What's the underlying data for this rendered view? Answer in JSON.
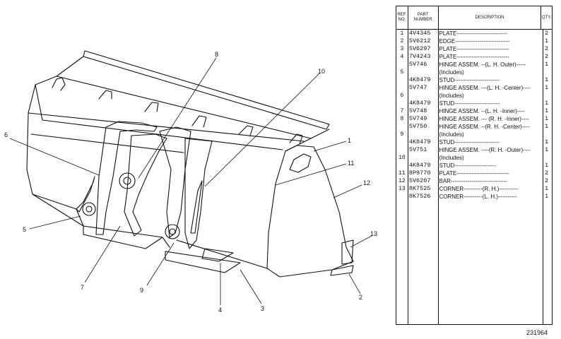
{
  "table": {
    "headers": {
      "ref": "REF. NO.",
      "part": "PART NUMBER",
      "desc": "DESCRIPTION",
      "qty": "QTY."
    },
    "rows": [
      {
        "ref": "1",
        "part": "4V4345",
        "desc": "PLATE---------------------------",
        "qty": "2"
      },
      {
        "ref": "2",
        "part": "5V6212",
        "desc": "EDGE-----------------------------",
        "qty": "1"
      },
      {
        "ref": "3",
        "part": "5V6297",
        "desc": "PLATE----------------------------",
        "qty": "2"
      },
      {
        "ref": "4",
        "part": "7V4243",
        "desc": "PLATE----------------------------",
        "qty": "2"
      },
      {
        "ref": "",
        "part": "5V746",
        "desc": "HINGE ASSEM. --(L. H. Outer)-----",
        "qty": "1"
      },
      {
        "ref": "5",
        "part": "",
        "desc": "(Includes)",
        "qty": ""
      },
      {
        "ref": "",
        "part": "4K8479",
        "desc": "STUD------------------------",
        "qty": "1"
      },
      {
        "ref": "",
        "part": "5V747",
        "desc": "HINGE ASSEM. ---(L. H. -Center)----",
        "qty": "1"
      },
      {
        "ref": "6",
        "part": "",
        "desc": "(Includes)",
        "qty": ""
      },
      {
        "ref": "",
        "part": "4K8479",
        "desc": "STUD------------------------",
        "qty": "1"
      },
      {
        "ref": "7",
        "part": "5V748",
        "desc": "HINGE ASSEM. --(L. H. -Inner)----",
        "qty": "1"
      },
      {
        "ref": "8",
        "part": "5V749",
        "desc": "HINGE ASSEM. --- (R. H. -Inner)----",
        "qty": "1"
      },
      {
        "ref": "",
        "part": "5V750",
        "desc": "HINGE ASSEM. --(R. H. -Center)----",
        "qty": "1"
      },
      {
        "ref": "9",
        "part": "",
        "desc": "(Includes)",
        "qty": ""
      },
      {
        "ref": "",
        "part": "4K8479",
        "desc": "STUD------------------------",
        "qty": "1"
      },
      {
        "ref": "",
        "part": "5V751",
        "desc": "HINGE ASSEM. ----(R. H. -Outer)----",
        "qty": "1"
      },
      {
        "ref": "10",
        "part": "",
        "desc": "(Includes)",
        "qty": ""
      },
      {
        "ref": "",
        "part": "4K8479",
        "desc": "STUD----------------------",
        "qty": "1"
      },
      {
        "ref": "11",
        "part": "8P9770",
        "desc": "PLATE----------------------------",
        "qty": "2"
      },
      {
        "ref": "12",
        "part": "5V6207",
        "desc": "BAR------------------------------",
        "qty": "2"
      },
      {
        "ref": "13",
        "part": "8K7525",
        "desc": "CORNER----------(R. H.)----------",
        "qty": "1"
      },
      {
        "ref": "",
        "part": "8K7526",
        "desc": "CORNER----------(L. H.)----------",
        "qty": "1"
      }
    ]
  },
  "callouts": [
    "1",
    "2",
    "3",
    "4",
    "5",
    "6",
    "7",
    "8",
    "9",
    "10",
    "11",
    "12",
    "13"
  ],
  "figure_number": "231964"
}
